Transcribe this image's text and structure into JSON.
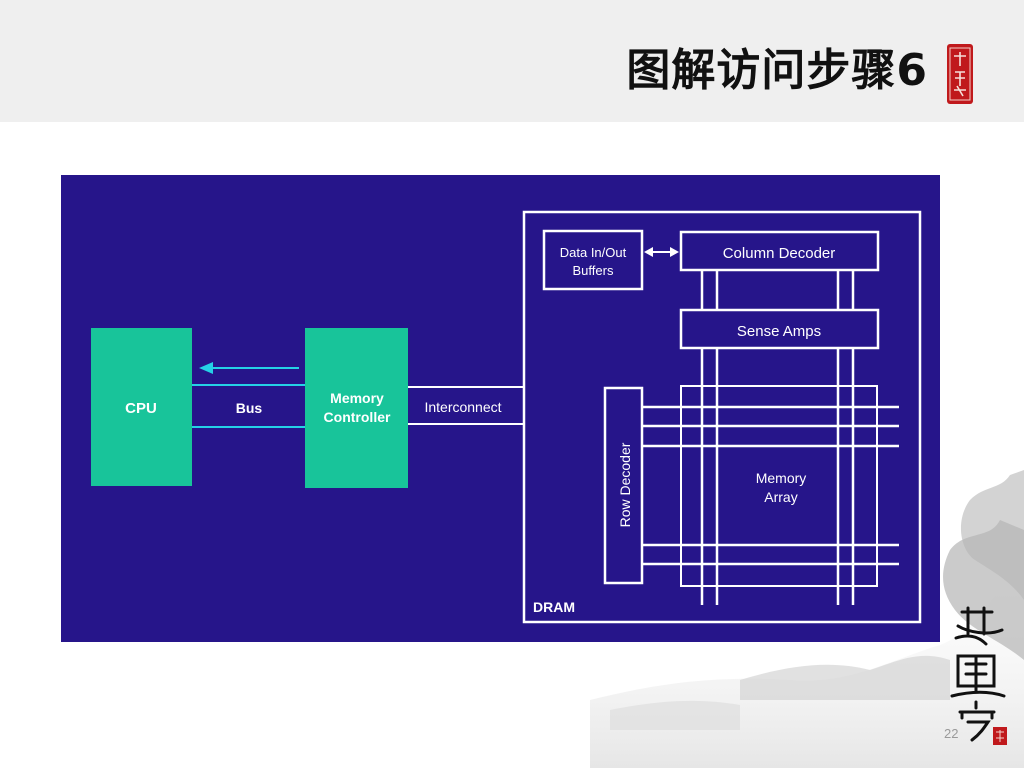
{
  "slide": {
    "title": "图解访问步骤6",
    "page_number": "22"
  },
  "diagram": {
    "background": "#26158a",
    "box_fill": "#18c49a",
    "line_color": "#ffffff",
    "arrow_color": "#25d1e6",
    "cpu_label": "CPU",
    "bus_label": "Bus",
    "memory_controller_label": [
      "Memory",
      "Controller"
    ],
    "interconnect_label": "Interconnect",
    "dram_label": "DRAM",
    "data_buffers_label": [
      "Data In/Out",
      "Buffers"
    ],
    "column_decoder_label": "Column Decoder",
    "sense_amps_label": "Sense Amps",
    "row_decoder_label": "Row Decoder",
    "memory_array_label": [
      "Memory",
      "Array"
    ]
  }
}
